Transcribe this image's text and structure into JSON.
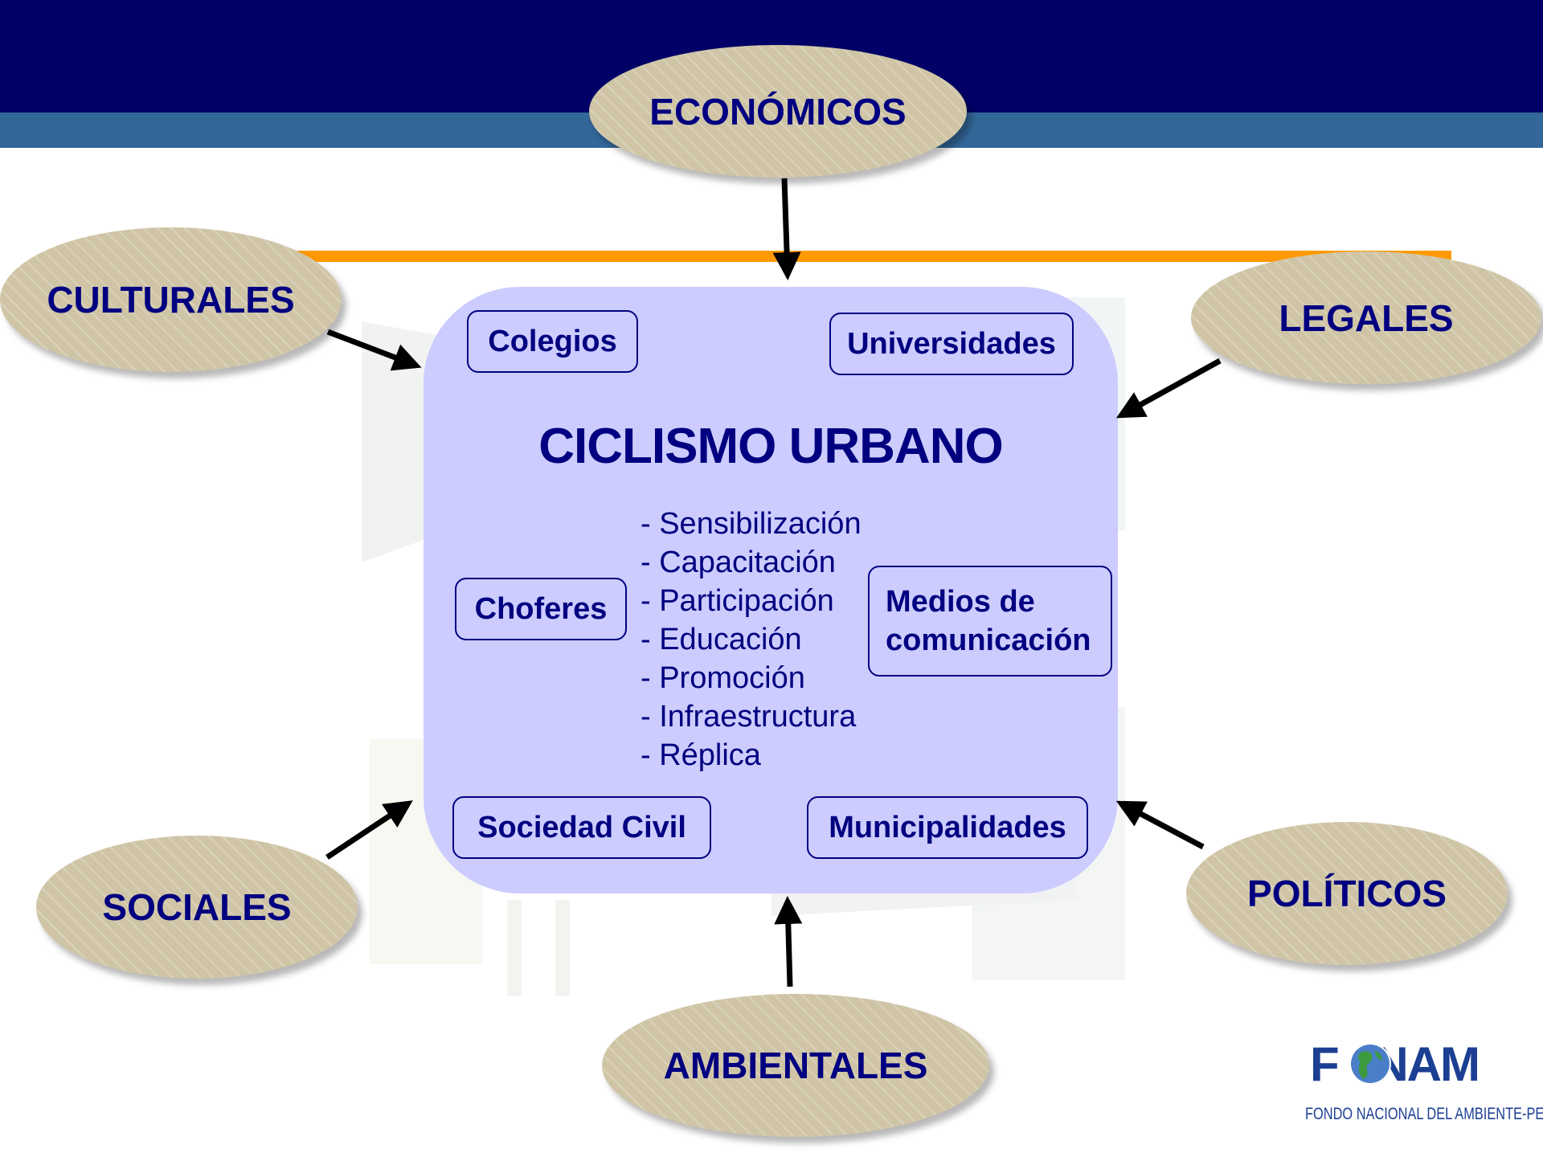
{
  "diagram": {
    "center": {
      "title": "CICLISMO URBANO",
      "actions": [
        "- Sensibilización",
        "- Capacitación",
        "- Participación",
        "- Educación",
        "- Promoción",
        "- Infraestructura",
        "- Réplica"
      ]
    },
    "actors": {
      "colegios": "Colegios",
      "universidades": "Universidades",
      "choferes": "Choferes",
      "medios_line1": "Medios de",
      "medios_line2": "comunicación",
      "sociedad_civil": "Sociedad Civil",
      "municipalidades": "Municipalidades"
    },
    "factors": {
      "economicos": "ECONÓMICOS",
      "culturales": "CULTURALES",
      "legales": "LEGALES",
      "sociales": "SOCIALES",
      "politicos": "POLÍTICOS",
      "ambientales": "AMBIENTALES"
    }
  },
  "logo": {
    "name": "FONAM",
    "subtitle": "FONDO NACIONAL DEL AMBIENTE-PERU"
  },
  "colors": {
    "header_dark": "#000066",
    "header_light": "#336699",
    "accent_line": "#ff9900",
    "center_fill": "#ccccff",
    "text_navy": "#000080",
    "factor_fill": "#cfc5a6"
  }
}
